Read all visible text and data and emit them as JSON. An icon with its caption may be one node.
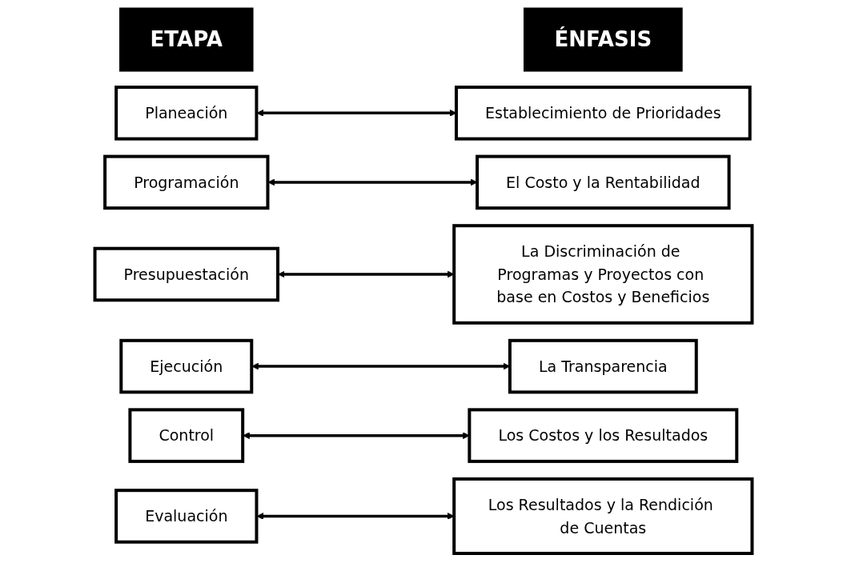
{
  "diagram": {
    "nodes": [
      {
        "text": [
          "ETAPA"
        ]
      },
      {
        "text": [
          "ÉNFASIS"
        ]
      },
      {
        "text": [
          "Planeación"
        ]
      },
      {
        "text": [
          "Establecimiento de Prioridades"
        ]
      },
      {
        "text": [
          "Programación"
        ]
      },
      {
        "text": [
          "El Costo y la Rentabilidad"
        ]
      },
      {
        "text": [
          "Presupuestación"
        ]
      },
      {
        "text": [
          "La Discriminación de Programas y Proyectos con base en Costos y Beneficios"
        ]
      },
      {
        "text": [
          "Ejecución"
        ]
      },
      {
        "text": [
          "La Transparencia"
        ]
      },
      {
        "text": [
          "Control"
        ]
      },
      {
        "text": [
          "Los Costos y los Resultados"
        ]
      },
      {
        "text": [
          "Evaluación"
        ]
      },
      {
        "text": [
          "Los Resultados y la Rendición de Cuentas"
        ]
      }
    ],
    "edges": [
      {
        "from": 2,
        "to": 3,
        "arrow": "both"
      },
      {
        "from": 4,
        "to": 5,
        "arrow": "both"
      },
      {
        "from": 6,
        "to": 7,
        "arrow": "both"
      },
      {
        "from": 8,
        "to": 9,
        "arrow": "both"
      },
      {
        "from": 10,
        "to": 11,
        "arrow": "both"
      },
      {
        "from": 12,
        "to": 13,
        "arrow": "both"
      }
    ]
  }
}
